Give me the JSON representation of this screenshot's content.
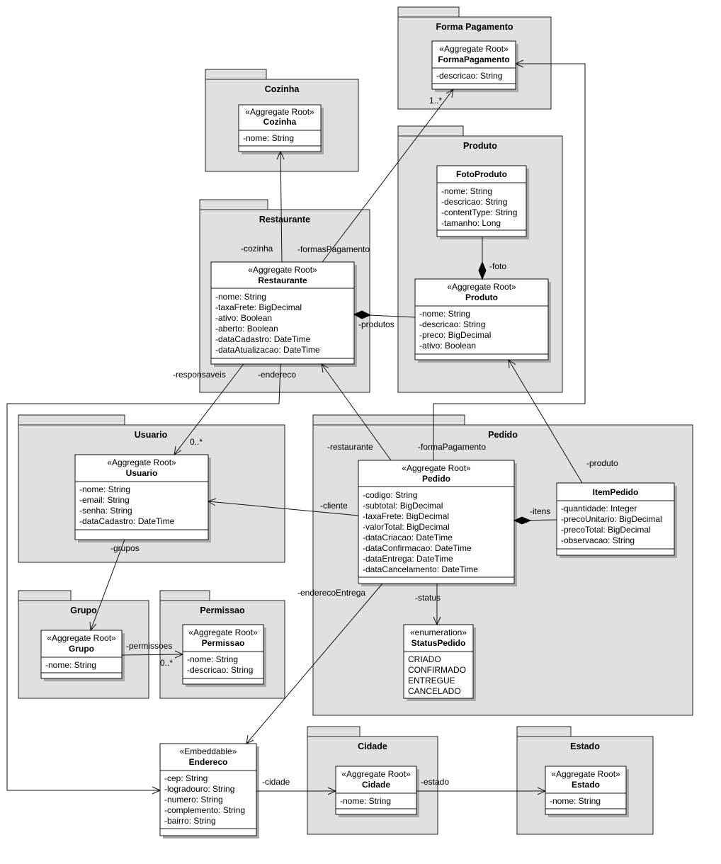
{
  "packages": {
    "forma_pagamento": "Forma Pagamento",
    "cozinha": "Cozinha",
    "produto": "Produto",
    "restaurante": "Restaurante",
    "usuario": "Usuario",
    "pedido": "Pedido",
    "grupo": "Grupo",
    "permissao": "Permissao",
    "cidade": "Cidade",
    "estado": "Estado"
  },
  "classes": {
    "forma_pagamento": {
      "stereotype": "«Aggregate Root»",
      "name": "FormaPagamento",
      "attrs": [
        "-descricao: String"
      ]
    },
    "cozinha": {
      "stereotype": "«Aggregate Root»",
      "name": "Cozinha",
      "attrs": [
        "-nome: String"
      ]
    },
    "foto_produto": {
      "stereotype": "",
      "name": "FotoProduto",
      "attrs": [
        "-nome: String",
        "-descricao: String",
        "-contentType: String",
        "-tamanho: Long"
      ]
    },
    "produto": {
      "stereotype": "«Aggregate Root»",
      "name": "Produto",
      "attrs": [
        "-nome: String",
        "-descricao: String",
        "-preco: BigDecimal",
        "-ativo: Boolean"
      ]
    },
    "restaurante": {
      "stereotype": "«Aggregate Root»",
      "name": "Restaurante",
      "attrs": [
        "-nome: String",
        "-taxaFrete: BigDecimal",
        "-ativo: Boolean",
        "-aberto: Boolean",
        "-dataCadastro: DateTime",
        "-dataAtualizacao: DateTime"
      ]
    },
    "usuario": {
      "stereotype": "«Aggregate Root»",
      "name": "Usuario",
      "attrs": [
        "-nome: String",
        "-email: String",
        "-senha: String",
        "-dataCadastro: DateTime"
      ]
    },
    "pedido": {
      "stereotype": "«Aggregate Root»",
      "name": "Pedido",
      "attrs": [
        "-codigo: String",
        "-subtotal: BigDecimal",
        "-taxaFrete: BigDecimal",
        "-valorTotal: BigDecimal",
        "-dataCriacao: DateTime",
        "-dataConfirmacao: DateTime",
        "-dataEntrega: DateTime",
        "-dataCancelamento: DateTime"
      ]
    },
    "item_pedido": {
      "stereotype": "",
      "name": "ItemPedido",
      "attrs": [
        "-quantidade: Integer",
        "-precoUnitario: BigDecimal",
        "-precoTotal: BigDecimal",
        "-observacao: String"
      ]
    },
    "status_pedido": {
      "stereotype": "«enumeration»",
      "name": "StatusPedido",
      "attrs": [
        "CRIADO",
        "CONFIRMADO",
        "ENTREGUE",
        "CANCELADO"
      ]
    },
    "grupo": {
      "stereotype": "«Aggregate Root»",
      "name": "Grupo",
      "attrs": [
        "-nome: String"
      ]
    },
    "permissao": {
      "stereotype": "«Aggregate Root»",
      "name": "Permissao",
      "attrs": [
        "-nome: String",
        "-descricao: String"
      ]
    },
    "endereco": {
      "stereotype": "«Embeddable»",
      "name": "Endereco",
      "attrs": [
        "-cep: String",
        "-logradouro: String",
        "-numero: String",
        "-complemento: String",
        "-bairro: String"
      ]
    },
    "cidade": {
      "stereotype": "«Aggregate Root»",
      "name": "Cidade",
      "attrs": [
        "-nome: String"
      ]
    },
    "estado": {
      "stereotype": "«Aggregate Root»",
      "name": "Estado",
      "attrs": [
        "-nome: String"
      ]
    }
  },
  "edge_labels": {
    "cozinha": "-cozinha",
    "formas_pagamento": "-formasPagamento",
    "mult_formas": "1..*",
    "foto": "-foto",
    "produtos": "-produtos",
    "responsaveis": "-responsaveis",
    "endereco": "-endereco",
    "mult_responsaveis": "0..*",
    "restaurante": "-restaurante",
    "forma_pagamento": "-formaPagamento",
    "produto": "-produto",
    "cliente": "-cliente",
    "itens": "-itens",
    "grupos": "-grupos",
    "endereco_entrega": "-enderecoEntrega",
    "status": "-status",
    "permissoes": "-permissoes",
    "mult_permissoes": "0..*",
    "cidade": "-cidade",
    "estado": "-estado"
  }
}
